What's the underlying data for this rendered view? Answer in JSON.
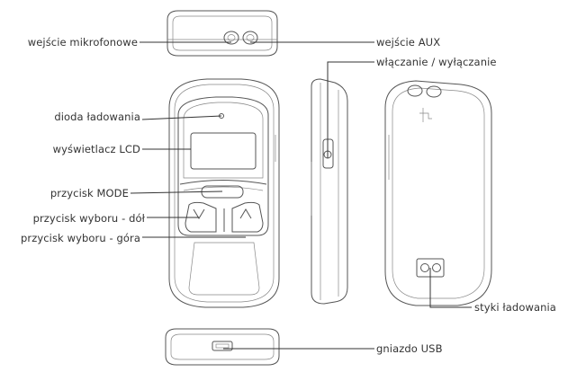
{
  "labels": {
    "microphone_input": "wejście mikrofonowe",
    "aux_input": "wejście AUX",
    "power_switch": "włączanie / wyłączanie",
    "charging_led": "dioda ładowania",
    "lcd_display": "wyświetlacz LCD",
    "mode_button": "przycisk MODE",
    "select_down_button": "przycisk wyboru - dół",
    "select_up_button": "przycisk wyboru - góra",
    "charging_contacts": "styki ładowania",
    "usb_port": "gniazdo USB"
  },
  "colors": {
    "line": "#555555",
    "text": "#333333",
    "background": "#ffffff"
  }
}
